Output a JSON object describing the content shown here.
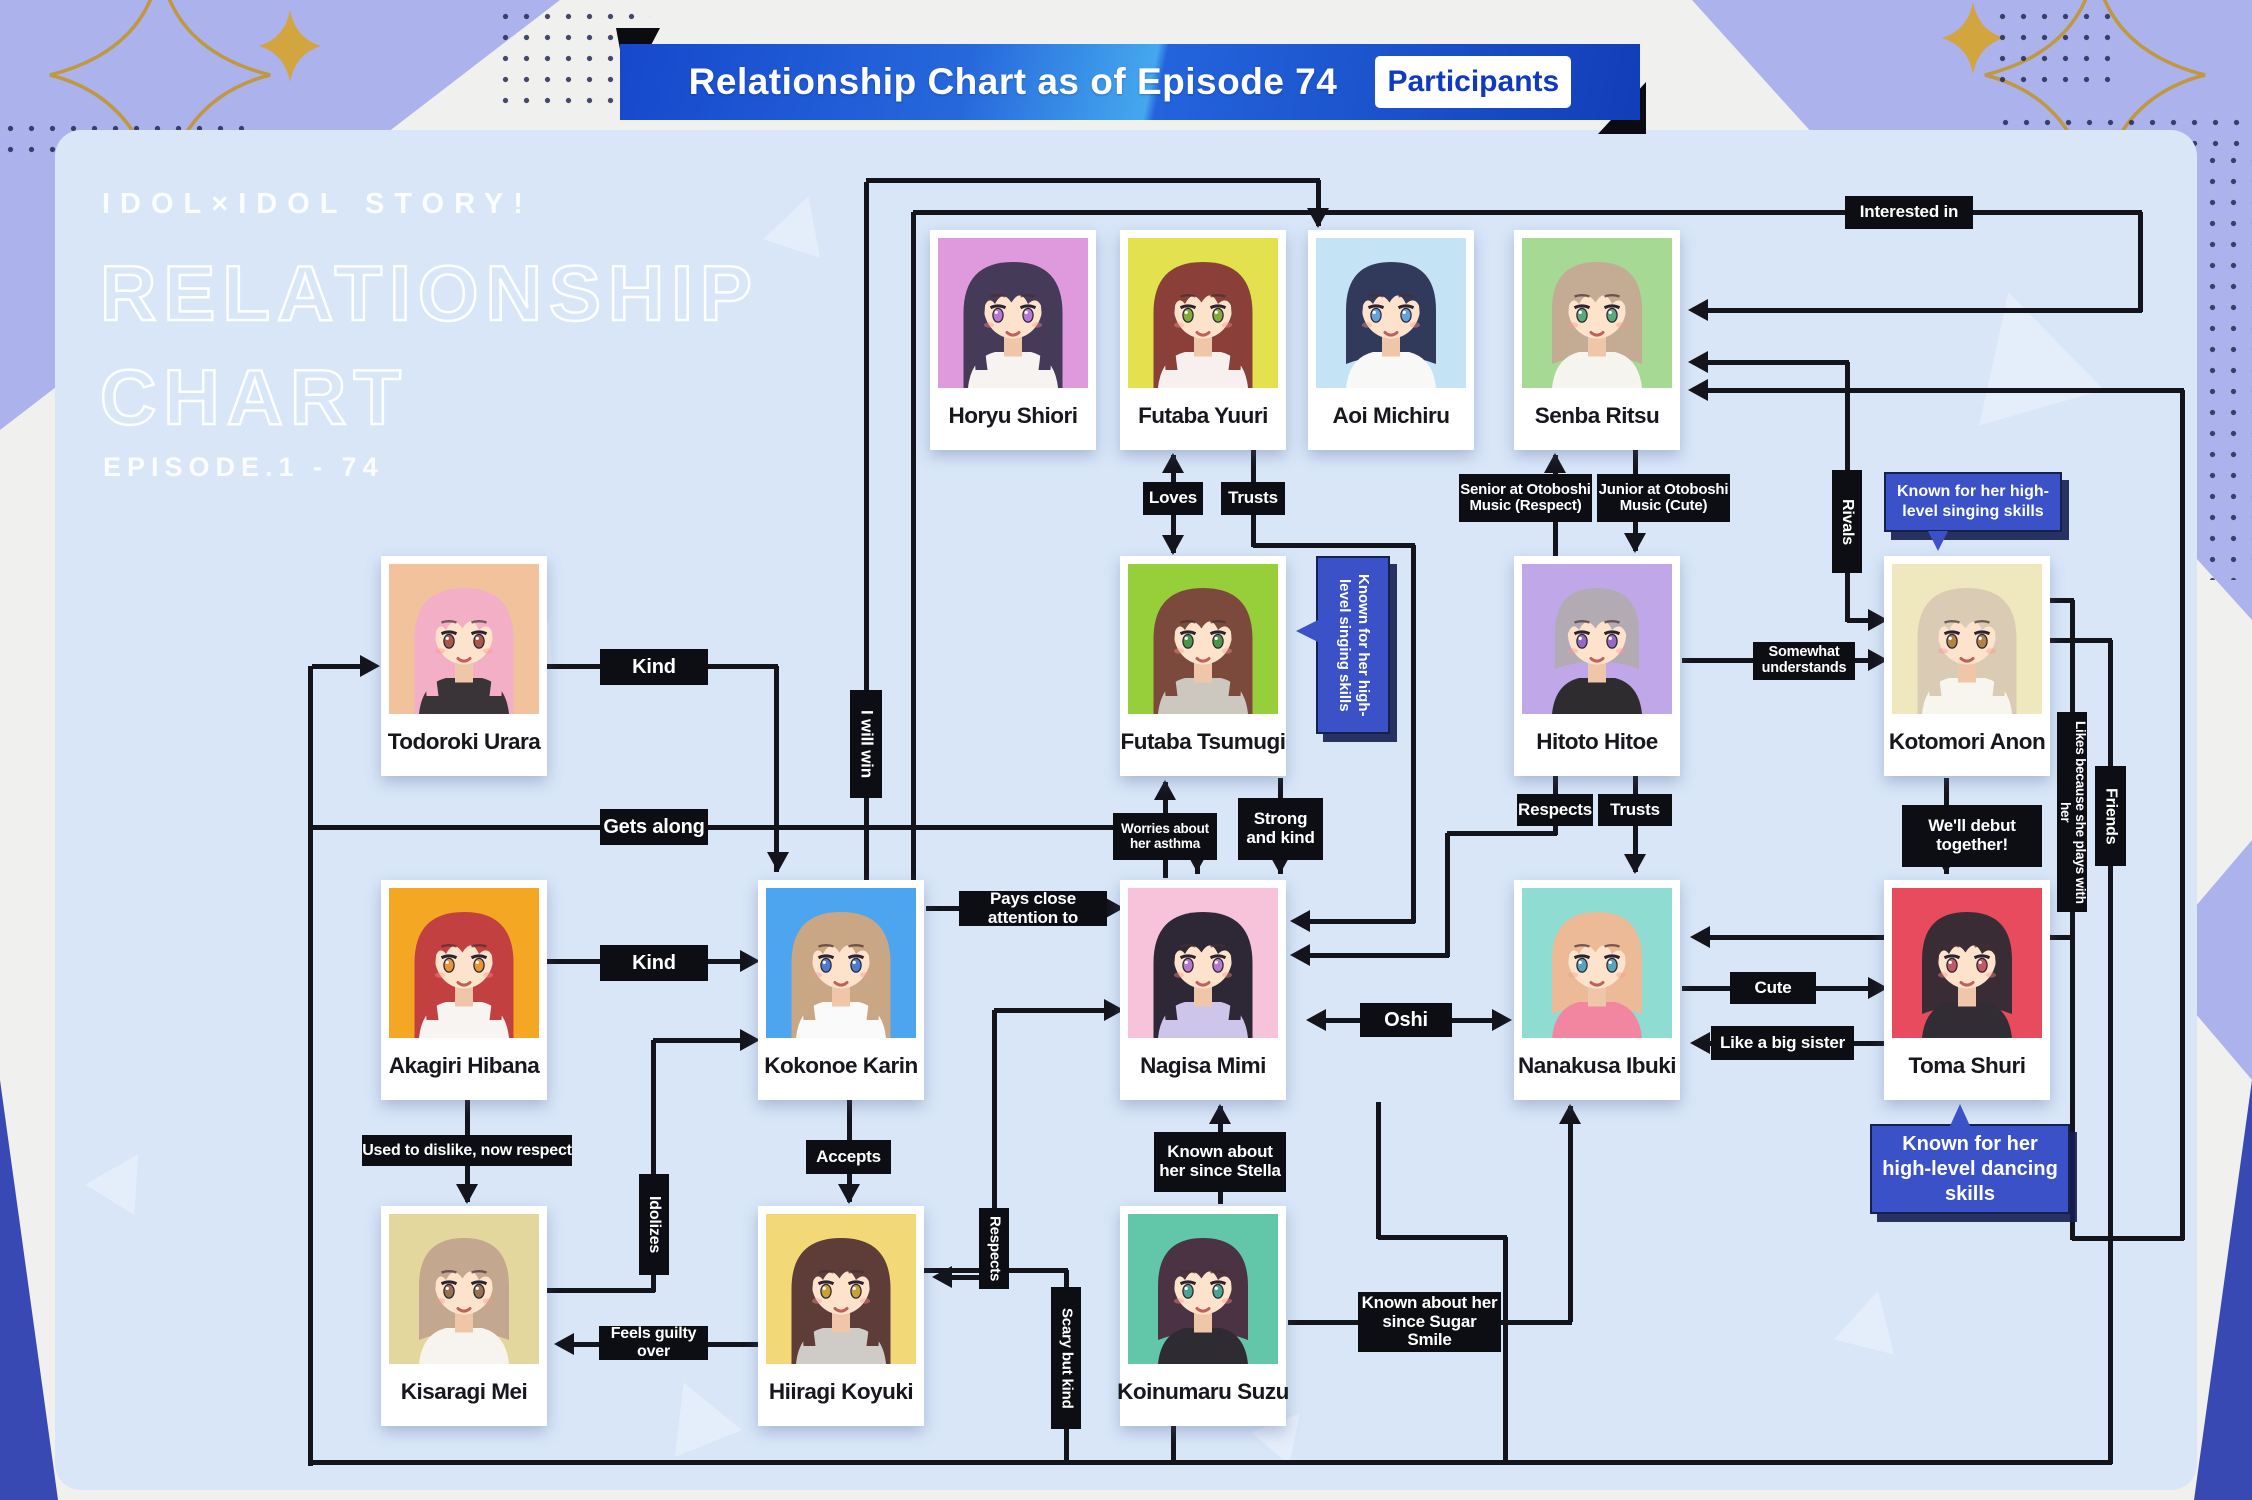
{
  "header": {
    "title": "Relationship Chart as of Episode 74",
    "participants_label": "Participants"
  },
  "brand": {
    "series": "IDOL×IDOL STORY!",
    "title_line1": "RELATIONSHIP",
    "title_line2": "CHART",
    "episode": "EPISODE.1 - 74"
  },
  "colors": {
    "banner_blue": "#1d55d8",
    "bubble_blue": "#3a51c8",
    "panel_blue": "#d8e6f8",
    "line_black": "#14141c",
    "corner_periwinkle": "#abb2ec",
    "corner_royal": "#3949b4",
    "star_gold": "#d2a53f"
  },
  "characters": [
    {
      "name": "Horyu Shiori",
      "portrait": {
        "bg": "#df9ade",
        "hair": "#453a58",
        "eyes": "#b678d8",
        "shirt": "#f6f3f0",
        "style": "long"
      }
    },
    {
      "name": "Futaba Yuuri",
      "portrait": {
        "bg": "#e3e14e",
        "hair": "#8a4038",
        "eyes": "#86aa3a",
        "shirt": "#f8f0ee",
        "style": "long"
      }
    },
    {
      "name": "Aoi Michiru",
      "portrait": {
        "bg": "#c4e4f6",
        "hair": "#323a5c",
        "eyes": "#64a0dc",
        "shirt": "#f8f8f6",
        "style": "bob"
      }
    },
    {
      "name": "Senba Ritsu",
      "portrait": {
        "bg": "#a6d993",
        "hair": "#c3ab94",
        "eyes": "#5aa87c",
        "shirt": "#f6f4ee",
        "style": "bob"
      }
    },
    {
      "name": "Todoroki Urara",
      "portrait": {
        "bg": "#f2c29c",
        "hair": "#f2afc6",
        "eyes": "#a85848",
        "shirt": "#3a3438",
        "style": "long"
      }
    },
    {
      "name": "Futaba Tsumugi",
      "portrait": {
        "bg": "#97cf3a",
        "hair": "#7c4a3c",
        "eyes": "#4a9648",
        "shirt": "#ccc8c0",
        "style": "long"
      }
    },
    {
      "name": "Hitoto Hitoe",
      "portrait": {
        "bg": "#c0a7e8",
        "hair": "#b3abb3",
        "eyes": "#9468c4",
        "shirt": "#2e2c2e",
        "style": "short"
      }
    },
    {
      "name": "Kotomori Anon",
      "portrait": {
        "bg": "#efe7bd",
        "hair": "#d9cbb4",
        "eyes": "#b08448",
        "shirt": "#f8f5ee",
        "style": "long"
      }
    },
    {
      "name": "Akagiri Hibana",
      "portrait": {
        "bg": "#f4a722",
        "hair": "#c24140",
        "eyes": "#e89434",
        "shirt": "#f8f4f2",
        "style": "long"
      }
    },
    {
      "name": "Kokonoe Karin",
      "portrait": {
        "bg": "#4da5ef",
        "hair": "#c9a684",
        "eyes": "#4a7cd4",
        "shirt": "#fafafa",
        "style": "long"
      }
    },
    {
      "name": "Nagisa Mimi",
      "portrait": {
        "bg": "#f6c3da",
        "hair": "#2e2836",
        "eyes": "#b678cc",
        "shirt": "#cdc5ea",
        "style": "long"
      }
    },
    {
      "name": "Nanakusa Ibuki",
      "portrait": {
        "bg": "#8edcd2",
        "hair": "#ecba96",
        "eyes": "#56a4bc",
        "shirt": "#f286a0",
        "style": "bob"
      }
    },
    {
      "name": "Toma Shuri",
      "portrait": {
        "bg": "#e84a5e",
        "hair": "#3a2c34",
        "eyes": "#c25864",
        "shirt": "#322c34",
        "style": "bob"
      }
    },
    {
      "name": "Kisaragi Mei",
      "portrait": {
        "bg": "#e3d79e",
        "hair": "#c3a78f",
        "eyes": "#97704f",
        "shirt": "#f7f4ef",
        "style": "bob"
      }
    },
    {
      "name": "Hiiragi Koyuki",
      "portrait": {
        "bg": "#f3d878",
        "hair": "#5e3c38",
        "eyes": "#c8a034",
        "shirt": "#cfcbc7",
        "style": "long"
      }
    },
    {
      "name": "Koinumaru Suzu",
      "portrait": {
        "bg": "#62c6a8",
        "hair": "#4c3344",
        "eyes": "#4aa392",
        "shirt": "#2e2c32",
        "style": "bob"
      }
    }
  ],
  "relations": [
    {
      "text": "Kind"
    },
    {
      "text": "Gets along"
    },
    {
      "text": "Kind"
    },
    {
      "text": "I will win"
    },
    {
      "text": "Loves"
    },
    {
      "text": "Trusts"
    },
    {
      "text": "Senior at Otoboshi Music (Respect)"
    },
    {
      "text": "Junior at Otoboshi Music (Cute)"
    },
    {
      "text": "Interested in"
    },
    {
      "text": "Rivals"
    },
    {
      "text": "Somewhat understands"
    },
    {
      "text": "Respects"
    },
    {
      "text": "Trusts"
    },
    {
      "text": "Worries about her asthma"
    },
    {
      "text": "Strong and kind"
    },
    {
      "text": "Pays close attention to"
    },
    {
      "text": "Oshi"
    },
    {
      "text": "Cute"
    },
    {
      "text": "Like a big sister"
    },
    {
      "text": "We'll debut together!"
    },
    {
      "text": "Friends"
    },
    {
      "text": "Likes because she plays with her"
    },
    {
      "text": "Known about her since Stella"
    },
    {
      "text": "Known about her since Sugar Smile"
    },
    {
      "text": "Used to dislike, now respect"
    },
    {
      "text": "Accepts"
    },
    {
      "text": "Idolizes"
    },
    {
      "text": "Respects"
    },
    {
      "text": "Feels guilty over"
    },
    {
      "text": "Scary but kind"
    }
  ],
  "bubbles": [
    {
      "text": "Known for her high-level singing skills"
    },
    {
      "text": "Known for her high-level singing skills"
    },
    {
      "text": "Known for her high-level dancing skills"
    }
  ]
}
